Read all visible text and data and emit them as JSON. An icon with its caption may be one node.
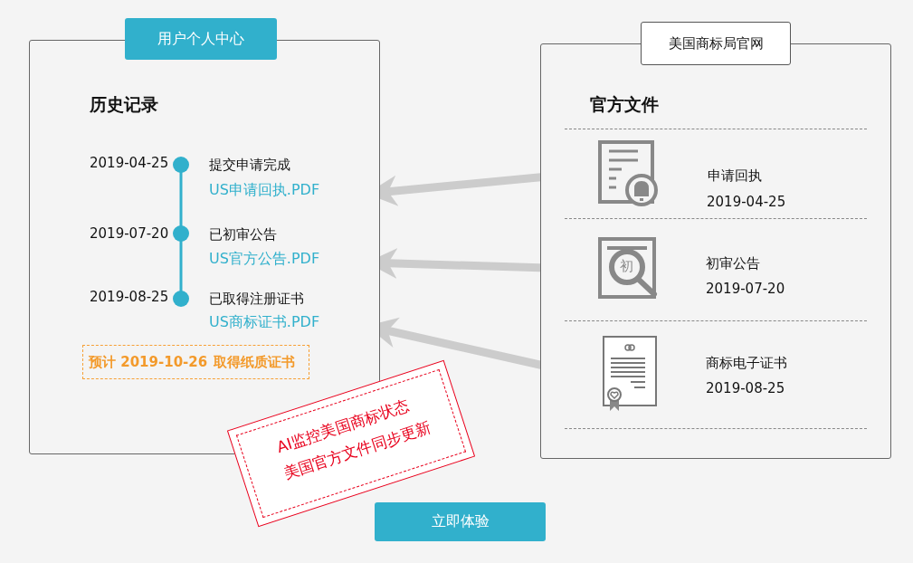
{
  "diagram": {
    "nodes": [
      {
        "text": [
          "历史记录"
        ]
      },
      {
        "text": [
          "用户个人中心"
        ]
      },
      {
        "text": [
          "US申请回执.PDF"
        ],
        "in": 0
      },
      {
        "text": [
          "US官方公告.PDF"
        ],
        "in": 0
      },
      {
        "text": [
          "US商标证书.PDF"
        ],
        "in": 0
      },
      {
        "text": [
          "预计 2019-10-26",
          "取得纸质证书"
        ],
        "in": 0
      },
      {
        "text": [
          "官方文件"
        ]
      },
      {
        "text": [
          "美国商标局官网"
        ]
      },
      {
        "text": [],
        "shape": "picture",
        "in": 6,
        "beside": [
          "申请回执",
          "2019-04-25"
        ]
      },
      {
        "text": [
          "初"
        ],
        "in": 6,
        "beside": [
          "初审公告",
          "2019-07-20"
        ]
      },
      {
        "text": [],
        "shape": "picture",
        "in": 6,
        "beside": [
          "商标电子证书",
          "2019-08-25"
        ]
      },
      {
        "text": [
          "AI监控美国商标状态",
          "美国官方文件同步更新"
        ]
      },
      {
        "text": [
          "立即体验"
        ]
      }
    ],
    "edges": [
      {
        "from": 8,
        "to": 2,
        "arrow": "to"
      },
      {
        "from": 9,
        "to": 3,
        "arrow": "to"
      },
      {
        "from": 10,
        "to": 4,
        "arrow": "to"
      }
    ],
    "labels": [
      "2019-04-25",
      "提交申请完成",
      "2019-07-20",
      "已初审公告",
      "2019-08-25",
      "已取得注册证书"
    ]
  }
}
